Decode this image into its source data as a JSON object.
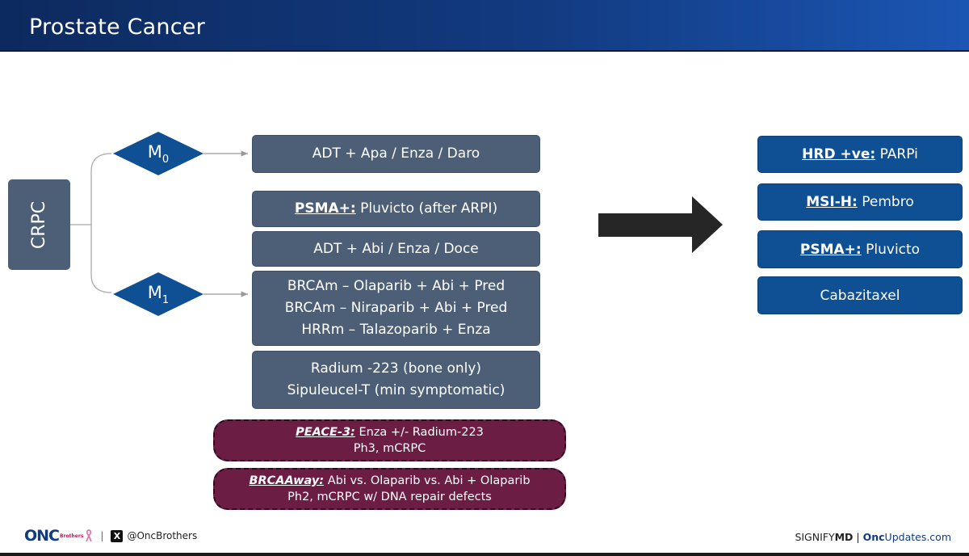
{
  "header": {
    "title": "Prostate Cancer"
  },
  "crpc_label": "CRPC",
  "m0": {
    "main": "M",
    "sub": "0"
  },
  "m1": {
    "main": "M",
    "sub": "1"
  },
  "m0_box": {
    "text": "ADT + Apa / Enza / Daro"
  },
  "psma_box": {
    "label": "PSMA+:",
    "text": " Pluvicto (after ARPI)"
  },
  "adt_box": {
    "text": "ADT + Abi / Enza / Doce"
  },
  "parp_box": {
    "lines": [
      "BRCAm – Olaparib + Abi + Pred",
      "BRCAm – Niraparib + Abi + Pred",
      "HRRm – Talazoparib + Enza"
    ]
  },
  "radium_box": {
    "lines": [
      "Radium -223 (bone only)",
      "Sipuleucel-T (min symptomatic)"
    ]
  },
  "peace3": {
    "label": "PEACE-3:",
    "text": " Enza +/- Radium-223",
    "line2": "Ph3, mCRPC"
  },
  "brcaaway": {
    "label": "BRCAAway:",
    "text": " Abi vs. Olaparib vs. Abi + Olaparib",
    "line2": "Ph2, mCRPC w/ DNA repair defects"
  },
  "right_boxes": {
    "hrd": {
      "label": "HRD +ve:",
      "text": " PARPi"
    },
    "msi": {
      "label": "MSI-H:",
      "text": " Pembro"
    },
    "psma": {
      "label": "PSMA+:",
      "text": " Pluvicto"
    },
    "caba": {
      "text": "Cabazitaxel"
    }
  },
  "footer": {
    "logo": "ONC",
    "logo_small": "Brothers",
    "separator": "|",
    "handle": "@OncBrothers",
    "signify": "SIGNIFY",
    "md": "MD",
    "right_sep": " | ",
    "onc": "Onc",
    "updates": "Updates.com"
  },
  "colors": {
    "header_blue": "#123a80",
    "slate": "#4d5f77",
    "right_blue": "#0f4f93",
    "trial_maroon": "#6c1d44",
    "arrow": "#262626"
  }
}
